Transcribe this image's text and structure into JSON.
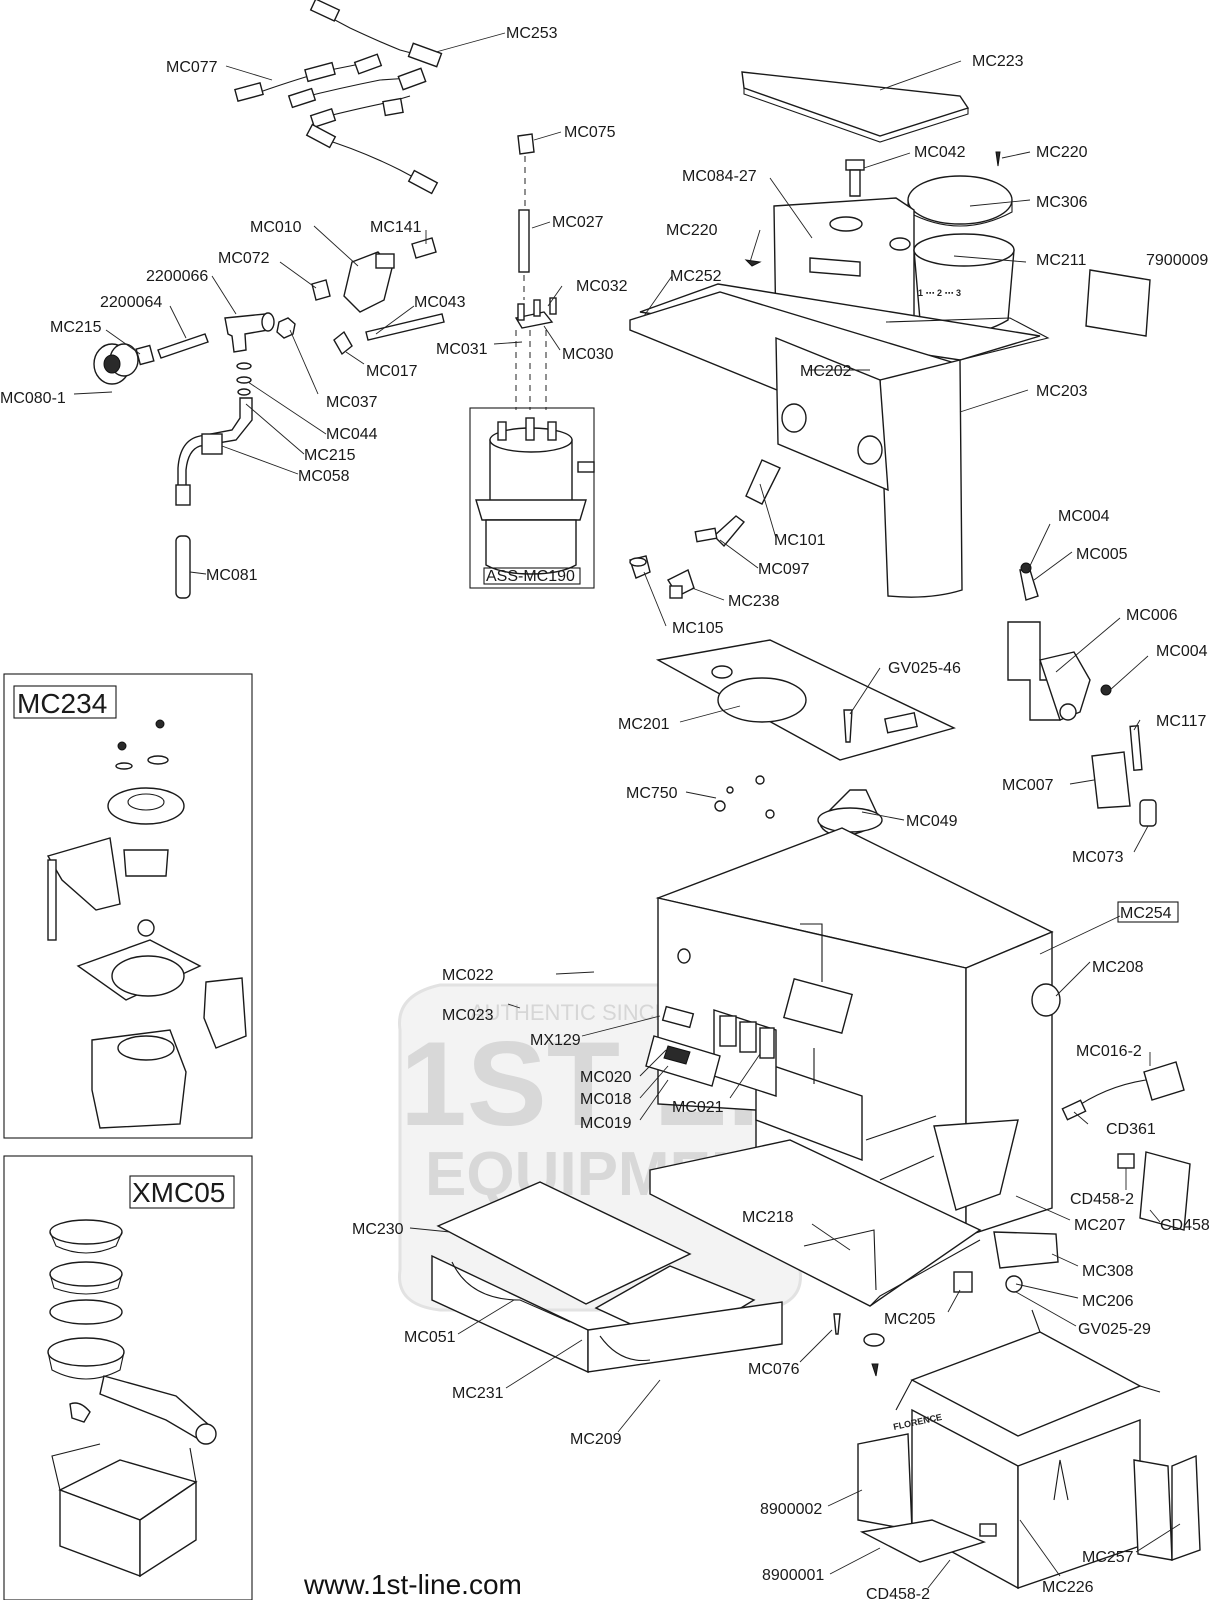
{
  "labels": {
    "mc253": "MC253",
    "mc077": "MC077",
    "mc075": "MC075",
    "mc027": "MC027",
    "mc223": "MC223",
    "mc042": "MC042",
    "mc220": "MC220",
    "mc220_b": "MC220",
    "mc084_27": "MC084-27",
    "mc306": "MC306",
    "mc010": "MC010",
    "mc141": "MC141",
    "mc072": "MC072",
    "p2200066": "2200066",
    "p2200064": "2200064",
    "mc215": "MC215",
    "mc032": "MC032",
    "mc252": "MC252",
    "mc211": "MC211",
    "p7900009": "7900009",
    "mc043": "MC043",
    "mc031": "MC031",
    "mc030": "MC030",
    "mc080_1": "MC080-1",
    "mc017": "MC017",
    "mc037": "MC037",
    "mc202": "MC202",
    "mc203": "MC203",
    "mc044": "MC044",
    "mc215_b": "MC215",
    "mc058": "MC058",
    "mc101": "MC101",
    "mc004": "MC004",
    "mc005": "MC005",
    "mc097": "MC097",
    "mc081": "MC081",
    "ass_mc190": "ASS-MC190",
    "mc238": "MC238",
    "mc105": "MC105",
    "mc006": "MC006",
    "mc004_b": "MC004",
    "gv025_46": "GV025-46",
    "mc201": "MC201",
    "mc117": "MC117",
    "mc750": "MC750",
    "mc007": "MC007",
    "mc049": "MC049",
    "mc073": "MC073",
    "mc254": "MC254",
    "mc022": "MC022",
    "mc208": "MC208",
    "mc023": "MC023",
    "mx129": "MX129",
    "mc016_2": "MC016-2",
    "mc020": "MC020",
    "mc018": "MC018",
    "mc021": "MC021",
    "mc019": "MC019",
    "cd361": "CD361",
    "cd458_2": "CD458-2",
    "mc218": "MC218",
    "mc207": "MC207",
    "cd458": "CD458",
    "mc230": "MC230",
    "mc308": "MC308",
    "mc206": "MC206",
    "mc205": "MC205",
    "gv025_29": "GV025-29",
    "mc051": "MC051",
    "mc076": "MC076",
    "mc231": "MC231",
    "mc209": "MC209",
    "p8900002": "8900002",
    "mc257": "MC257",
    "p8900001": "8900001",
    "mc226": "MC226",
    "cd458_2b": "CD458-2"
  },
  "boxes": {
    "mc234": "MC234",
    "xmc05": "XMC05"
  },
  "website": "www.1st-line.com",
  "watermark": {
    "line1": "1ST LINE",
    "line2": "EQUIPMENT",
    "arc": "AUTHENTIC SINCE"
  },
  "markings": {
    "dial": "1 ⋯ 2 ⋯ 3",
    "box_print": "FLORENCE"
  }
}
